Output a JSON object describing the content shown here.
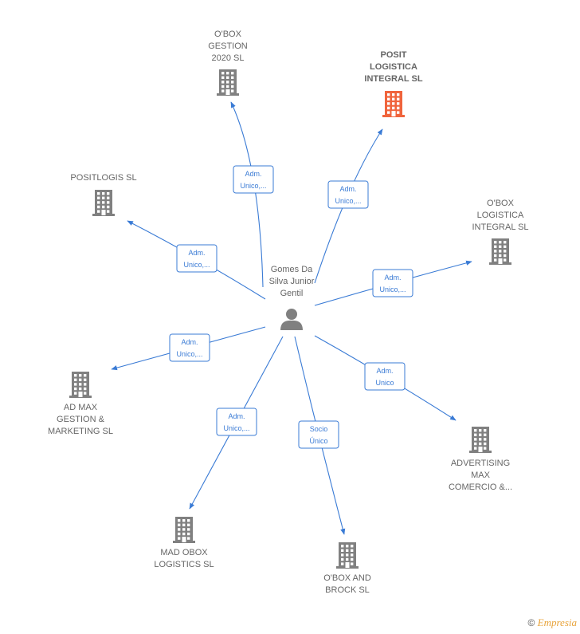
{
  "center": {
    "name_lines": [
      "Gomes Da",
      "Silva Junior",
      "Gentil"
    ],
    "icon": "person-icon"
  },
  "colors": {
    "edge": "#3a7bd5",
    "building": "#808080",
    "highlight_building": "#f0643c",
    "label": "#666666"
  },
  "nodes": [
    {
      "id": "obox-gestion",
      "name_lines": [
        "O'BOX",
        "GESTION",
        "2020  SL"
      ],
      "highlight": false,
      "icon": "building-icon"
    },
    {
      "id": "posit-logistica",
      "name_lines": [
        "POSIT",
        "LOGISTICA",
        "INTEGRAL  SL"
      ],
      "highlight": true,
      "icon": "building-icon"
    },
    {
      "id": "positlogis",
      "name_lines": [
        "POSITLOGIS  SL"
      ],
      "highlight": false,
      "icon": "building-icon"
    },
    {
      "id": "obox-logistica",
      "name_lines": [
        "O'BOX",
        "LOGISTICA",
        "INTEGRAL  SL"
      ],
      "highlight": false,
      "icon": "building-icon"
    },
    {
      "id": "ad-max",
      "name_lines": [
        "AD MAX",
        "GESTION &",
        "MARKETING  SL"
      ],
      "highlight": false,
      "icon": "building-icon"
    },
    {
      "id": "advertising-max",
      "name_lines": [
        "ADVERTISING",
        "MAX",
        "COMERCIO &..."
      ],
      "highlight": false,
      "icon": "building-icon"
    },
    {
      "id": "mad-obox",
      "name_lines": [
        "MAD OBOX",
        "LOGISTICS  SL"
      ],
      "highlight": false,
      "icon": "building-icon"
    },
    {
      "id": "obox-brock",
      "name_lines": [
        "O'BOX AND",
        "BROCK  SL"
      ],
      "highlight": false,
      "icon": "building-icon"
    }
  ],
  "edges": [
    {
      "target": "obox-gestion",
      "label_lines": [
        "Adm.",
        "Unico,..."
      ]
    },
    {
      "target": "posit-logistica",
      "label_lines": [
        "Adm.",
        "Unico,..."
      ]
    },
    {
      "target": "positlogis",
      "label_lines": [
        "Adm.",
        "Unico,..."
      ]
    },
    {
      "target": "obox-logistica",
      "label_lines": [
        "Adm.",
        "Unico,..."
      ]
    },
    {
      "target": "ad-max",
      "label_lines": [
        "Adm.",
        "Unico,..."
      ]
    },
    {
      "target": "advertising-max",
      "label_lines": [
        "Adm.",
        "Unico"
      ]
    },
    {
      "target": "mad-obox",
      "label_lines": [
        "Adm.",
        "Unico,..."
      ]
    },
    {
      "target": "obox-brock",
      "label_lines": [
        "Socio",
        "Único"
      ]
    }
  ],
  "footer": {
    "copyright": "©",
    "brand": "Empresia"
  }
}
